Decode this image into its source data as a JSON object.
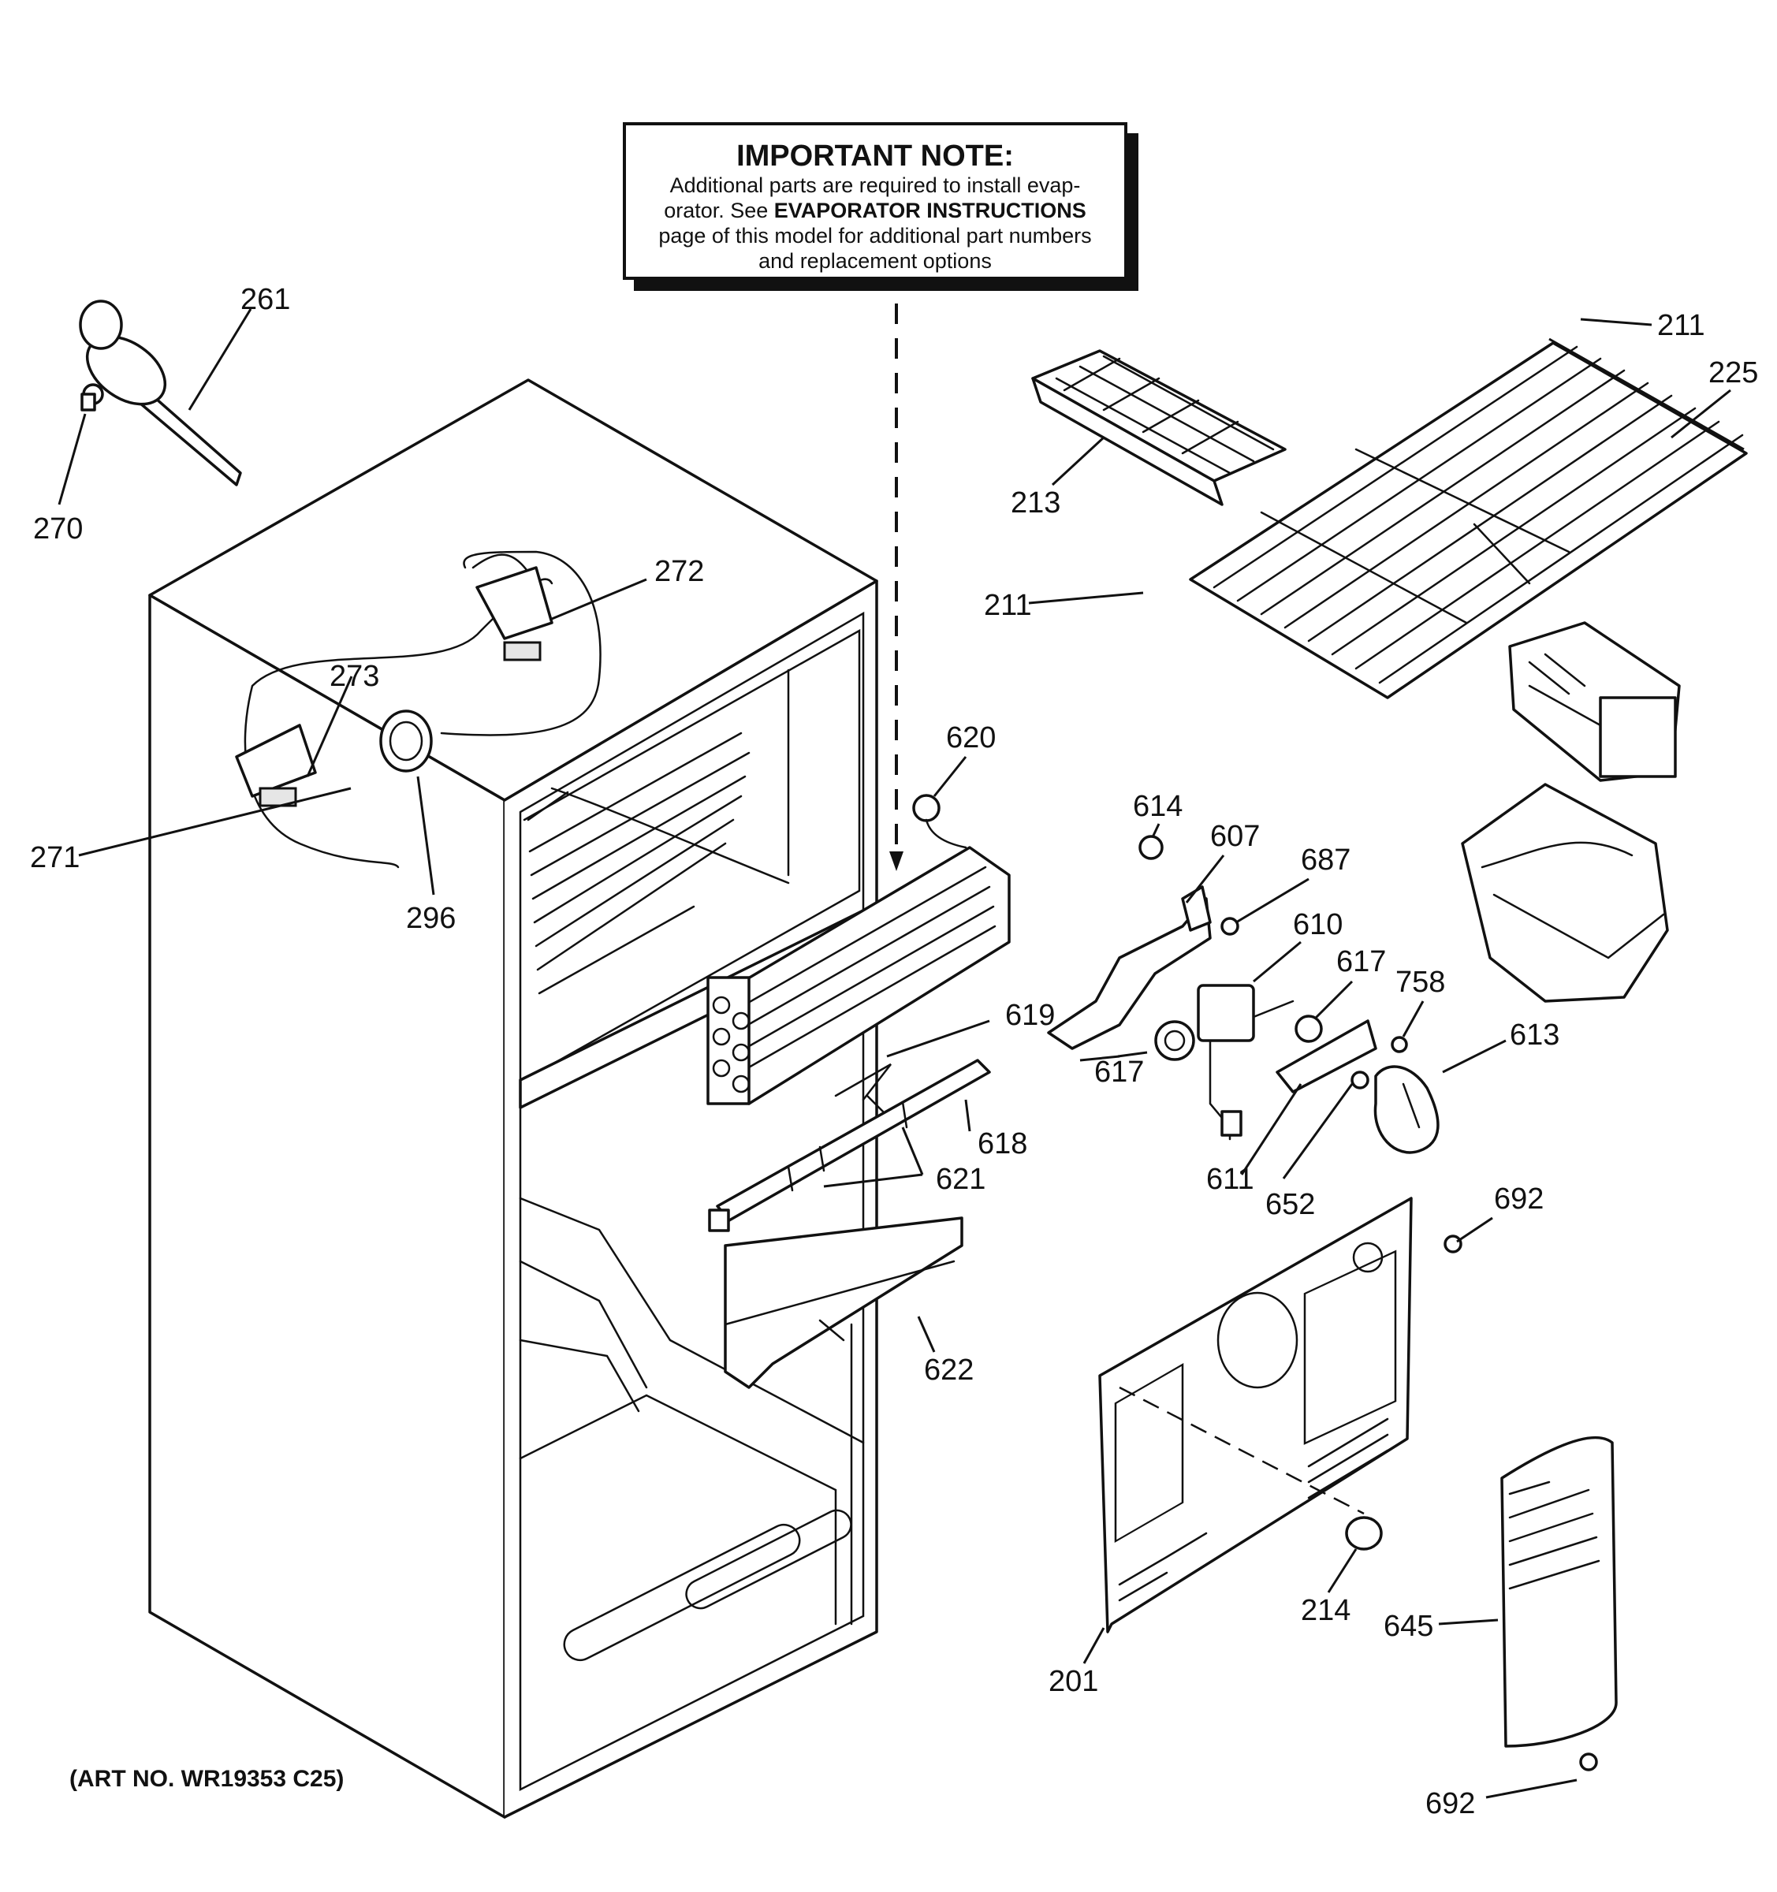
{
  "note": {
    "title": "IMPORTANT NOTE:",
    "line1": "Additional parts are required to install evap-",
    "line2_pre": "orator.  See ",
    "line2_bold": "EVAPORATOR INSTRUCTIONS",
    "line3": "page of this model for additional part numbers",
    "line4": "and replacement options"
  },
  "art_number": "(ART NO. WR19353 C25)",
  "labels": {
    "p261": "261",
    "p270": "270",
    "p272": "272",
    "p273": "273",
    "p271": "271",
    "p296": "296",
    "p211a": "211",
    "p225": "225",
    "p213": "213",
    "p211b": "211",
    "p620": "620",
    "p614": "614",
    "p607": "607",
    "p687": "687",
    "p610": "610",
    "p617a": "617",
    "p617b": "617",
    "p758": "758",
    "p613": "613",
    "p619": "619",
    "p618": "618",
    "p621": "621",
    "p611": "611",
    "p652": "652",
    "p692a": "692",
    "p622": "622",
    "p214": "214",
    "p645": "645",
    "p201": "201",
    "p692b": "692"
  }
}
